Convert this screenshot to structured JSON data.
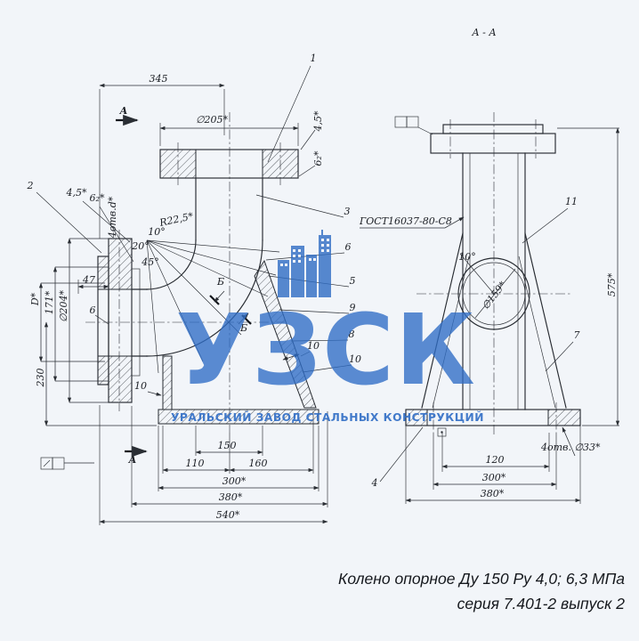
{
  "section_title": "А - А",
  "caption": {
    "line1": "Колено опорное Ду 150 Ру 4,0; 6,3 МПа",
    "line2": "серия 7.401-2 выпуск 2"
  },
  "watermark": {
    "name": "УЗСК",
    "subtitle": "УРАЛЬСКИЙ ЗАВОД СТАЛЬНЫХ КОНСТРУКЦИЙ"
  },
  "left_view": {
    "section_label_top": "А",
    "section_label_bottom": "А",
    "view_mark_upper": "Б",
    "view_mark_lower": "Б",
    "dims": {
      "width_345": "345",
      "flange_dia_205": "∅205*",
      "weld_right_45": "4,5*",
      "weld_right_62": "6₂*",
      "weld_left_45": "4,5*",
      "weld_left_62": "6₂*",
      "holes_note": "4отв.d*",
      "radius_r225": "R22,5*",
      "angle_10": "10°",
      "angle_20": "20°",
      "angle_45": "45°",
      "dia_d": "D*",
      "len_171": "171*",
      "dia_204": "∅204*",
      "len_47": "47",
      "len_6": "6",
      "len_230": "230",
      "thk_10_skirt": "10",
      "thk_10_wall": "10",
      "len_150": "150",
      "len_110": "110",
      "len_160": "160",
      "len_300": "300*",
      "len_380": "380*",
      "len_540": "540*"
    },
    "parts": {
      "p1": "1",
      "p2": "2",
      "p3": "3",
      "p5": "5",
      "p6": "6",
      "p8": "8",
      "p9": "9",
      "p10": "10"
    }
  },
  "right_view": {
    "weld_note": "ГОСТ16037-80-С8",
    "dims": {
      "angle_10": "10°",
      "dia_159": "∅159*",
      "height_575": "575*",
      "len_120": "120",
      "len_300": "300*",
      "len_380": "380*",
      "holes_note": "4отв. ∅33*"
    },
    "parts": {
      "p4": "4",
      "p7": "7",
      "p11": "11"
    }
  }
}
